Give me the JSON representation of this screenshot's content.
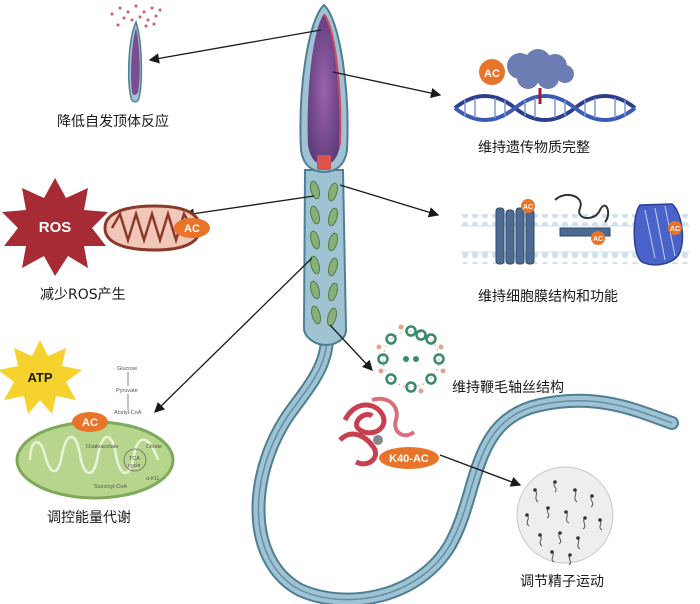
{
  "labels": {
    "acrosome": "降低自发顶体反应",
    "genetic": "维持遗传物质完整",
    "ros": "减少ROS产生",
    "membrane": "维持细胞膜结构和功能",
    "energy": "调控能量代谢",
    "axoneme": "维持鞭毛轴丝结构",
    "motility": "调节精子运动"
  },
  "badges": {
    "ac": "AC",
    "ros": "ROS",
    "atp": "ATP",
    "k40": "K40-AC"
  },
  "metabolism": {
    "glucose": "Glucose",
    "pyruvate": "Pyruvate",
    "acetyl": "Acetyl-CoA",
    "oxaloacetate": "Oxaloacetate",
    "citrate": "Citrate",
    "tca": "TCA",
    "cycle": "cycle",
    "succinyl": "Succinyl-CoA",
    "akg": "α-KG"
  },
  "colors": {
    "tail": "#9fc3d3",
    "tail_edge": "#4f7f94",
    "head": "#7a4d8e",
    "ac_badge": "#e8742a",
    "ros_star": "#a62b35",
    "atp_star": "#f6d22e",
    "mito": "#b7d58c",
    "dna_blue": "#2c3f8f"
  }
}
